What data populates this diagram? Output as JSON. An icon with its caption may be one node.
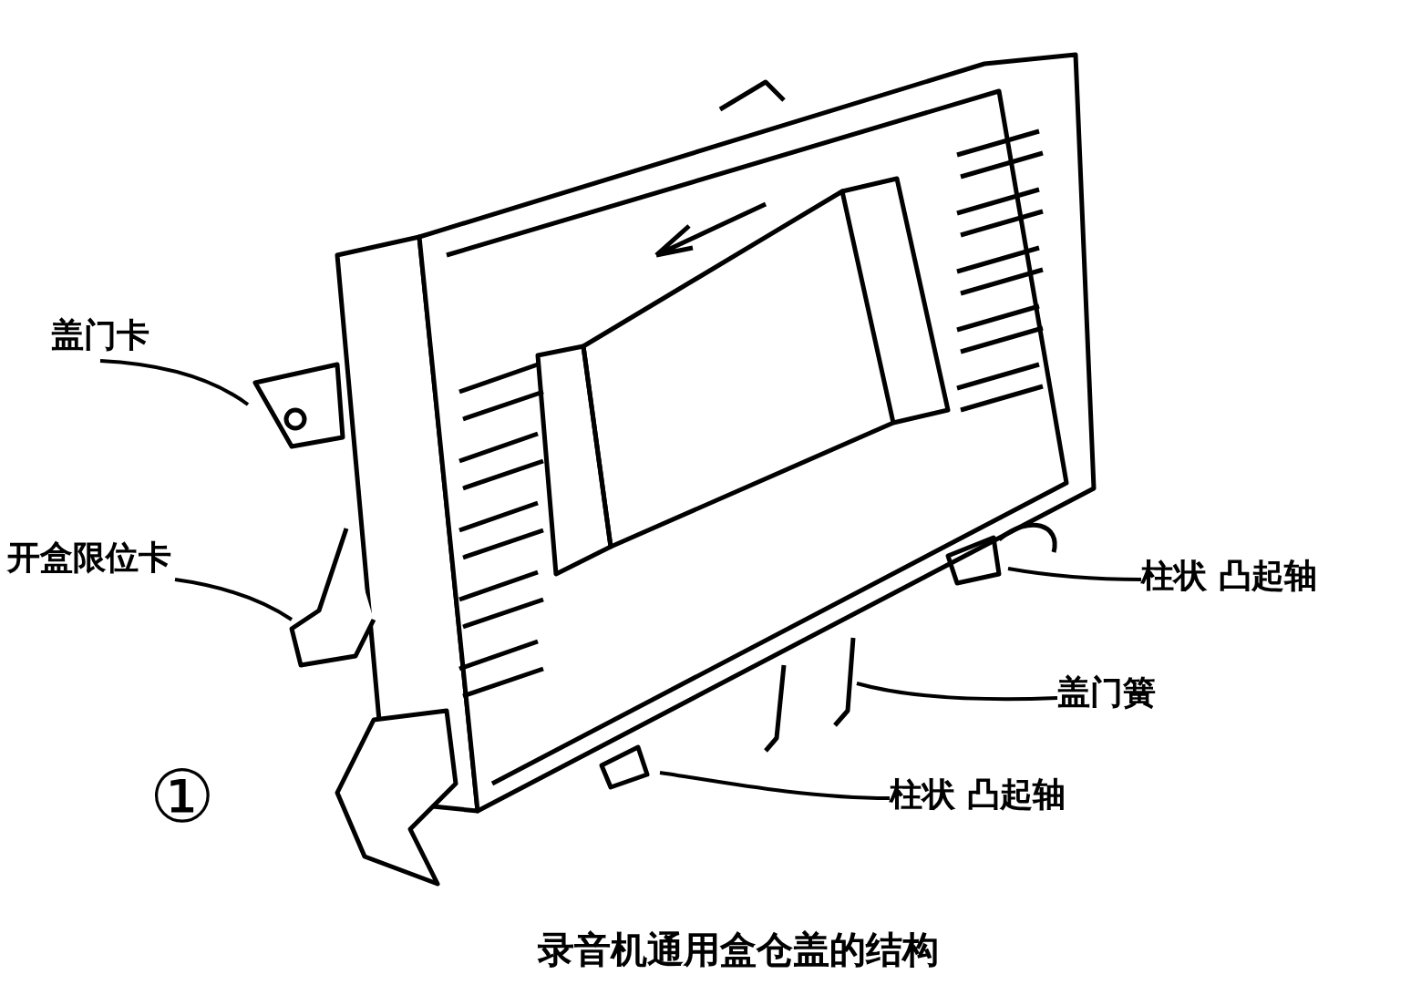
{
  "diagram": {
    "caption": "录音机通用盒仓盖的结构",
    "nodes": [
      {
        "text": [
          "盖门卡"
        ]
      },
      {
        "text": [
          "开盒限位卡"
        ]
      },
      {
        "text": [
          "柱状 凸起轴"
        ]
      },
      {
        "text": [
          "盖门簧"
        ]
      },
      {
        "text": [
          "柱状 凸起轴"
        ]
      }
    ],
    "edges": [
      {
        "from": 0,
        "to": null,
        "arrow": "none"
      },
      {
        "from": 1,
        "to": null,
        "arrow": "none"
      },
      {
        "from": 2,
        "to": null,
        "arrow": "none"
      },
      {
        "from": 3,
        "to": null,
        "arrow": "none"
      },
      {
        "from": 4,
        "to": null,
        "arrow": "none"
      }
    ],
    "labels": [
      "①"
    ]
  }
}
